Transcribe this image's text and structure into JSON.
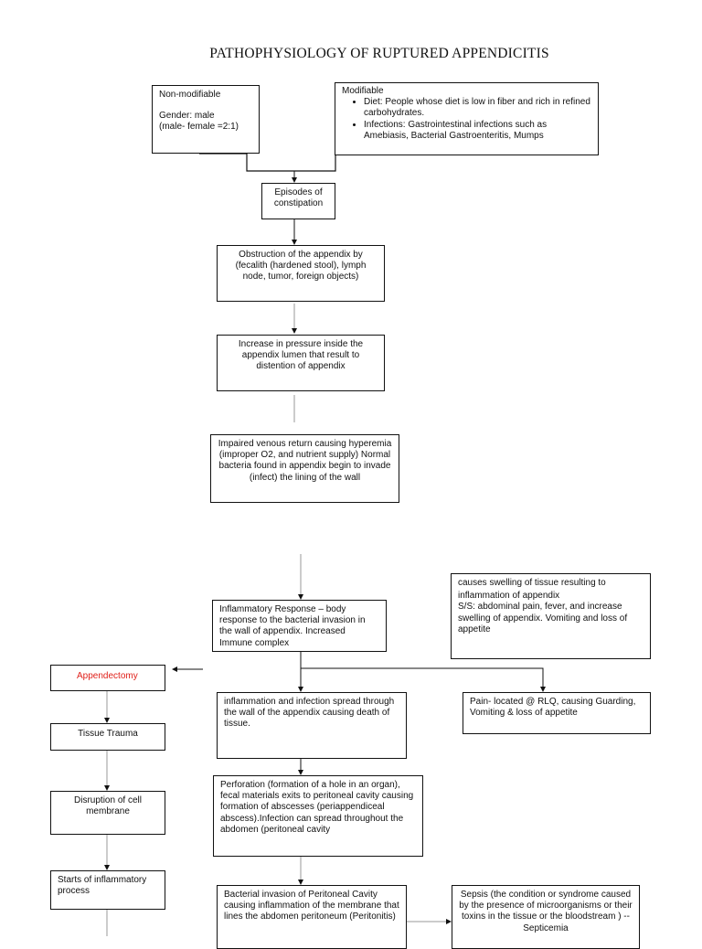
{
  "title": "PATHOPHYSIOLOGY OF RUPTURED APPENDICITIS",
  "non_modifiable": {
    "heading": "Non-modifiable",
    "line1": "Gender: male",
    "line2": "(male- female =2:1)"
  },
  "modifiable": {
    "heading": "Modifiable",
    "items": [
      "Diet: People whose diet is    low in fiber and rich in refined  carbohydrates.",
      "Infections: Gastrointestinal    infections such as Amebiasis, Bacterial Gastroenteritis, Mumps"
    ]
  },
  "nodes": {
    "constipation": "Episodes of constipation",
    "obstruction": "Obstruction of the appendix by (fecalith (hardened stool), lymph node, tumor, foreign objects)",
    "pressure": "Increase in pressure inside the appendix lumen that result to distention of appendix",
    "impaired": "Impaired venous return causing hyperemia (improper O2, and nutrient supply) Normal bacteria found in appendix begin to invade (infect) the lining of the wall",
    "inflammatory": "Inflammatory Response – body response to the bacterial invasion in the wall of appendix. Increased Immune complex",
    "swelling_line1": "causes swelling of tissue resulting to",
    "swelling_line2": "inflammation of appendix",
    "swelling_line3": "S/S: abdominal pain, fever, and increase swelling of appendix. Vomiting and loss of appetite",
    "appendectomy": "Appendectomy",
    "spread": "inflammation and infection spread through the wall of the appendix causing death of tissue.",
    "pain": "Pain- located @ RLQ, causing Guarding, Vomiting & loss of appetite",
    "tissue_trauma": "Tissue Trauma",
    "disruption": "Disruption of cell membrane",
    "perforation": "Perforation (formation of a hole in an organ), fecal materials exits to peritoneal cavity causing formation of abscesses (periappendiceal abscess).Infection can spread throughout the abdomen (peritoneal cavity",
    "starts": "Starts of inflammatory process",
    "bacterial": "Bacterial invasion of Peritoneal Cavity causing inflammation of the membrane that lines the abdomen peritoneum (Peritonitis)",
    "sepsis": "Sepsis (the condition or syndrome caused by the presence of microorganisms or their toxins in the tissue or the bloodstream ) -- Septicemia"
  },
  "colors": {
    "appendectomy_text": "#e0201a",
    "lines": "#111111"
  }
}
